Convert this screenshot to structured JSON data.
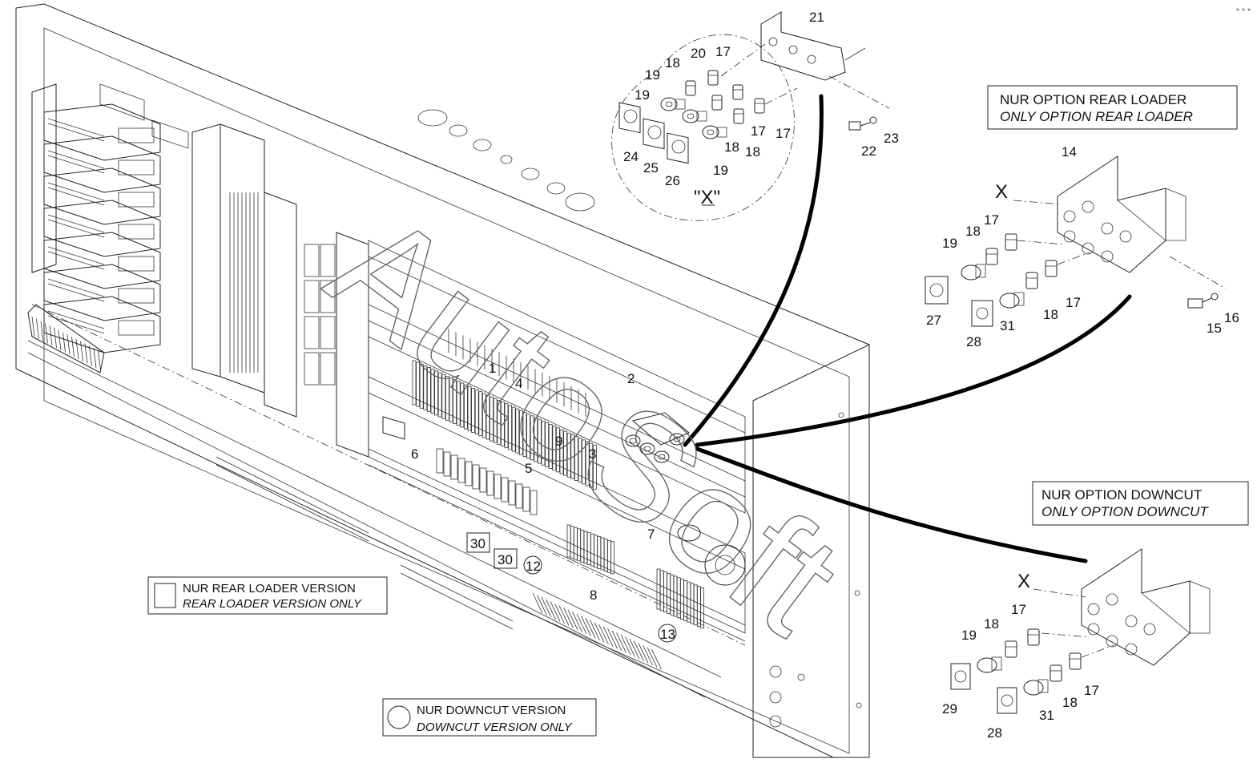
{
  "diagram": {
    "callouts": {
      "n1": "1",
      "n2": "2",
      "n3": "3",
      "n4": "4",
      "n5": "5",
      "n6": "6",
      "n7": "7",
      "n8": "8",
      "n9": "9",
      "n12": "12",
      "n13": "13",
      "n30a": "30",
      "n30b": "30",
      "d17a": "17",
      "d17b": "17",
      "d17c": "17",
      "d18a": "18",
      "d18b": "18",
      "d18c": "18",
      "d19a": "19",
      "d19b": "19",
      "d19c": "19",
      "d20": "20",
      "d21": "21",
      "d22": "22",
      "d23": "23",
      "d24": "24",
      "d25": "25",
      "d26": "26",
      "r14": "14",
      "r15": "15",
      "r16": "16",
      "r17a": "17",
      "r17b": "17",
      "r18a": "18",
      "r18b": "18",
      "r19": "19",
      "r27": "27",
      "r28": "28",
      "r31": "31",
      "c17a": "17",
      "c17b": "17",
      "c18a": "18",
      "c18b": "18",
      "c19": "19",
      "c28": "28",
      "c29": "29",
      "c31": "31"
    },
    "detail_label": "\"X\"",
    "x_marker_rear": "X",
    "x_marker_downcut": "X",
    "watermark": "AutoSoft",
    "rear_loader_option": {
      "line1": "NUR OPTION REAR LOADER",
      "line2": "ONLY OPTION REAR LOADER"
    },
    "downcut_option": {
      "line1": "NUR OPTION DOWNCUT",
      "line2": "ONLY OPTION DOWNCUT"
    },
    "legend_rear_loader": {
      "line1": "NUR REAR LOADER VERSION",
      "line2": "REAR LOADER VERSION ONLY"
    },
    "legend_downcut": {
      "line1": "NUR DOWNCUT VERSION",
      "line2": "DOWNCUT VERSION ONLY"
    }
  }
}
